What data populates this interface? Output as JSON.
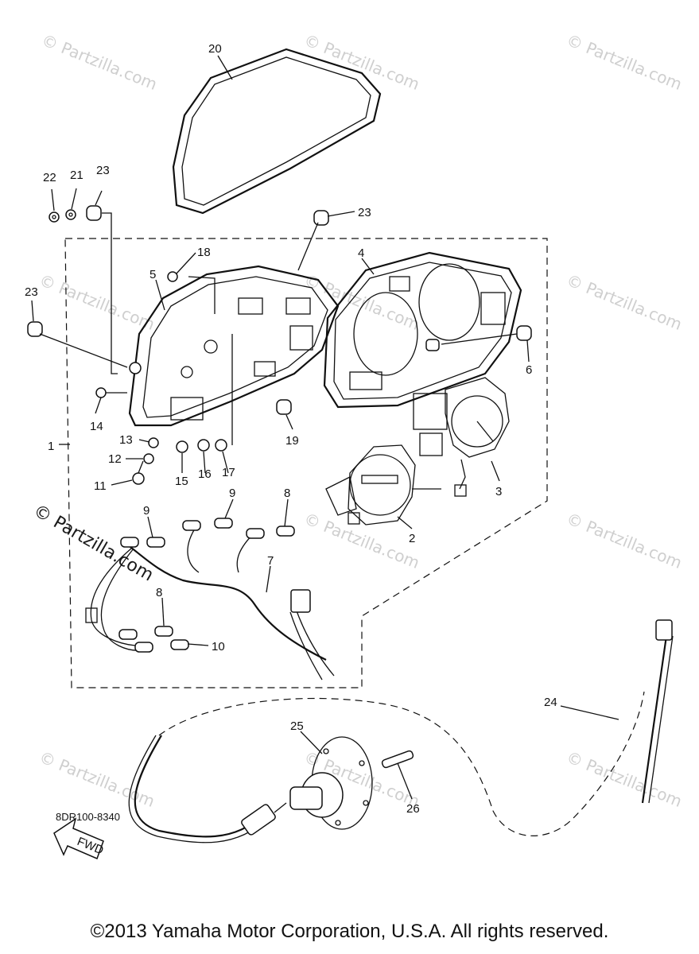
{
  "watermark": "© Partzilla.com",
  "callouts": [
    "1",
    "2",
    "3",
    "4",
    "5",
    "6",
    "7",
    "8",
    "8",
    "9",
    "9",
    "10",
    "11",
    "12",
    "13",
    "14",
    "15",
    "16",
    "17",
    "18",
    "19",
    "20",
    "21",
    "22",
    "23",
    "23",
    "23",
    "24",
    "25",
    "26"
  ],
  "fwd_label": "FWD",
  "diagram_code": "8DR100-8340",
  "copyright": "©2013 Yamaha Motor Corporation, U.S.A. All rights reserved."
}
